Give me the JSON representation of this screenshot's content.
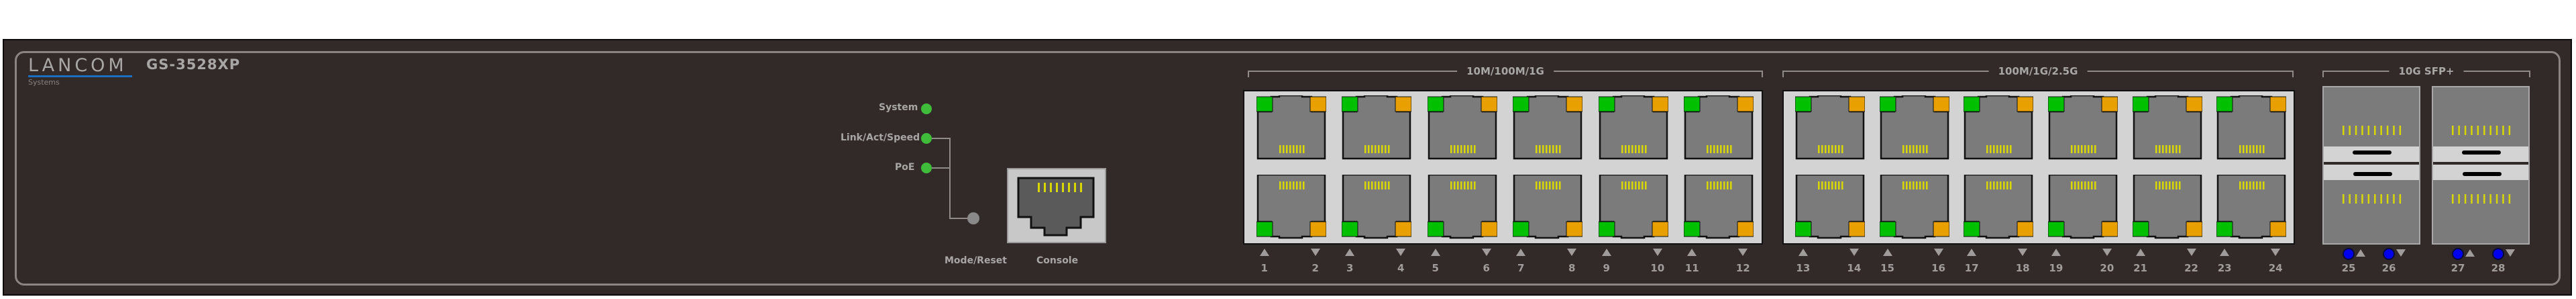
{
  "device": {
    "brand": "LANCOM",
    "brand_sub": "Systems",
    "model": "GS-3528XP",
    "colors": {
      "chassis": "#322a29",
      "led_green": "#00c000",
      "led_amber": "#e8a000",
      "led_blue": "#0000ee",
      "brand_blue": "#1b6fc0"
    }
  },
  "status_leds": [
    {
      "label": "System",
      "state": "green"
    },
    {
      "label": "Link/Act/Speed",
      "state": "green"
    },
    {
      "label": "PoE",
      "state": "green"
    }
  ],
  "controls": {
    "mode_reset_label": "Mode/Reset",
    "console_label": "Console"
  },
  "groups": [
    {
      "label": "10M/100M/1G",
      "ports": [
        "1",
        "2",
        "3",
        "4",
        "5",
        "6",
        "7",
        "8",
        "9",
        "10",
        "11",
        "12"
      ]
    },
    {
      "label": "100M/1G/2.5G",
      "ports": [
        "13",
        "14",
        "15",
        "16",
        "17",
        "18",
        "19",
        "20",
        "21",
        "22",
        "23",
        "24"
      ]
    },
    {
      "label": "10G SFP+",
      "ports": [
        "25",
        "26",
        "27",
        "28"
      ]
    }
  ]
}
